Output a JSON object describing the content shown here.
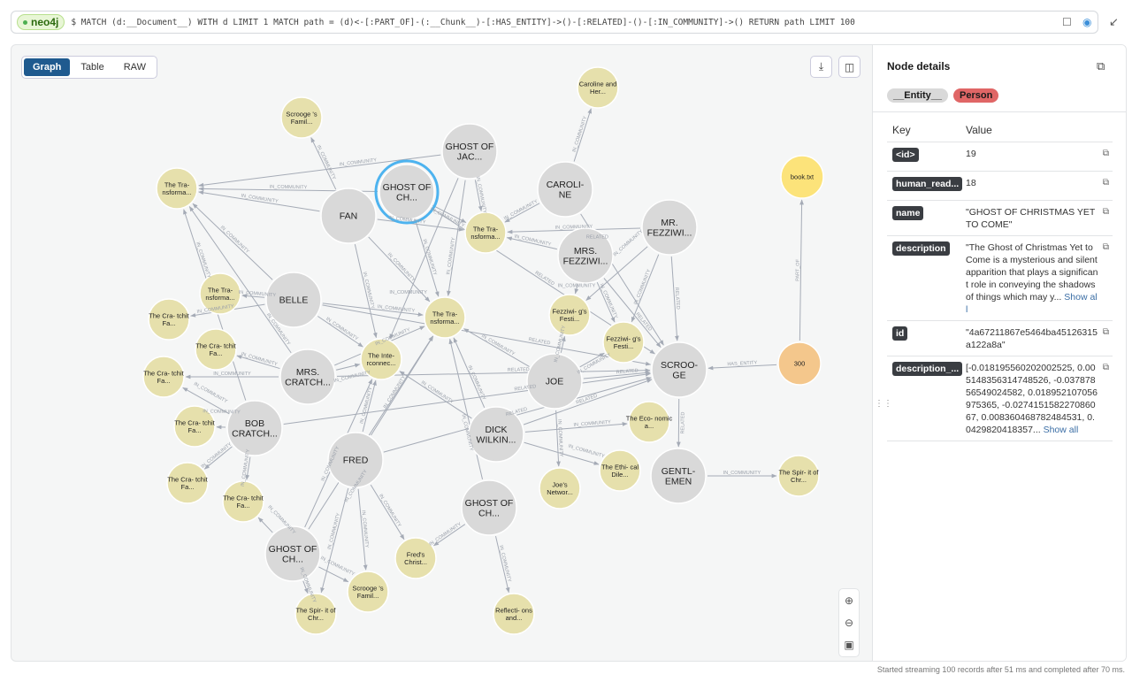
{
  "query_bar": {
    "db": "neo4j",
    "query": "$ MATCH (d:__Document__) WITH d LIMIT 1 MATCH path = (d)<-[:PART_OF]-(:__Chunk__)-[:HAS_ENTITY]->()-[:RELATED]-()-[:IN_COMMUNITY]->() RETURN path LIMIT 100"
  },
  "view_tabs": [
    "Graph",
    "Table",
    "RAW"
  ],
  "colors": {
    "entity": "#d9d9d9",
    "community": "#e6e0ac",
    "chunk": "#f4c78c",
    "document": "#fce37a",
    "selected": "#4db3ef",
    "edge": "#a5abb6"
  },
  "graph": {
    "nodes": [
      {
        "label": "GHOST OF JAC...",
        "kind": "entity"
      },
      {
        "label": "GHOST OF CH...",
        "kind": "entity",
        "selected": true
      },
      {
        "label": "FAN",
        "kind": "entity"
      },
      {
        "label": "CAROLI-NE",
        "kind": "entity"
      },
      {
        "label": "MR. FEZZIWI...",
        "kind": "entity"
      },
      {
        "label": "MRS. FEZZIWI...",
        "kind": "entity"
      },
      {
        "label": "BELLE",
        "kind": "entity"
      },
      {
        "label": "MRS. CRATCH...",
        "kind": "entity"
      },
      {
        "label": "JOE",
        "kind": "entity"
      },
      {
        "label": "SCROO-GE",
        "kind": "entity"
      },
      {
        "label": "BOB CRATCH...",
        "kind": "entity"
      },
      {
        "label": "FRED",
        "kind": "entity"
      },
      {
        "label": "DICK WILKIN...",
        "kind": "entity"
      },
      {
        "label": "GHOST OF CH...",
        "kind": "entity"
      },
      {
        "label": "GHOST OF CH...",
        "kind": "entity"
      },
      {
        "label": "GENTL-EMEN",
        "kind": "entity"
      },
      {
        "label": "Scrooge 's Famil...",
        "kind": "community"
      },
      {
        "label": "Caroline and Her...",
        "kind": "community"
      },
      {
        "label": "The Tra-nsforma...",
        "kind": "community"
      },
      {
        "label": "The Tra-nsforma...",
        "kind": "community"
      },
      {
        "label": "The Tra-nsforma...",
        "kind": "community"
      },
      {
        "label": "The Tra-nsforma...",
        "kind": "community"
      },
      {
        "label": "The Cra-tchit Fa...",
        "kind": "community"
      },
      {
        "label": "The Cra-tchit Fa...",
        "kind": "community"
      },
      {
        "label": "The Cra-tchit Fa...",
        "kind": "community"
      },
      {
        "label": "The Inte-rconnec...",
        "kind": "community"
      },
      {
        "label": "Fezziwi-g's Festi...",
        "kind": "community"
      },
      {
        "label": "Fezziwi-g's Festi...",
        "kind": "community"
      },
      {
        "label": "The Cra-tchit Fa...",
        "kind": "community"
      },
      {
        "label": "The Cra-tchit Fa...",
        "kind": "community"
      },
      {
        "label": "The Cra-tchit Fa...",
        "kind": "community"
      },
      {
        "label": "The Eco-nomic a...",
        "kind": "community"
      },
      {
        "label": "The Ethi-cal Dile...",
        "kind": "community"
      },
      {
        "label": "Joe's Networ...",
        "kind": "community"
      },
      {
        "label": "Fred's Christ...",
        "kind": "community"
      },
      {
        "label": "Scrooge 's Famil...",
        "kind": "community"
      },
      {
        "label": "The Spir-it of Chr...",
        "kind": "community"
      },
      {
        "label": "Reflecti-ons and...",
        "kind": "community"
      },
      {
        "label": "The Spir-it of Chr...",
        "kind": "community"
      },
      {
        "label": "300",
        "kind": "chunk"
      },
      {
        "label": "book.txt",
        "kind": "document"
      }
    ],
    "edges": [
      [
        0,
        18,
        "IN_COMMUNITY"
      ],
      [
        2,
        18,
        "IN_COMMUNITY"
      ],
      [
        2,
        16,
        "IN_COMMUNITY"
      ],
      [
        1,
        18,
        "IN_COMMUNITY"
      ],
      [
        2,
        19,
        "IN_COMMUNITY"
      ],
      [
        1,
        19,
        "IN_COMMUNITY"
      ],
      [
        1,
        21,
        "IN_COMMUNITY"
      ],
      [
        0,
        19,
        "IN_COMMUNITY"
      ],
      [
        0,
        21,
        "IN_COMMUNITY"
      ],
      [
        0,
        25,
        "IN_COMMUNITY"
      ],
      [
        2,
        25,
        "IN_COMMUNITY"
      ],
      [
        2,
        21,
        "IN_COMMUNITY"
      ],
      [
        6,
        18,
        "IN_COMMUNITY"
      ],
      [
        6,
        20,
        "IN_COMMUNITY"
      ],
      [
        6,
        21,
        "IN_COMMUNITY"
      ],
      [
        6,
        25,
        "IN_COMMUNITY"
      ],
      [
        6,
        22,
        "IN_COMMUNITY"
      ],
      [
        7,
        18,
        "IN_COMMUNITY"
      ],
      [
        7,
        24,
        "IN_COMMUNITY"
      ],
      [
        7,
        25,
        "IN_COMMUNITY"
      ],
      [
        7,
        21,
        "IN_COMMUNITY"
      ],
      [
        7,
        23,
        "IN_COMMUNITY"
      ],
      [
        10,
        18,
        "IN_COMMUNITY"
      ],
      [
        10,
        28,
        "IN_COMMUNITY"
      ],
      [
        10,
        29,
        "IN_COMMUNITY"
      ],
      [
        10,
        30,
        "IN_COMMUNITY"
      ],
      [
        10,
        24,
        "IN_COMMUNITY"
      ],
      [
        14,
        30,
        "IN_COMMUNITY"
      ],
      [
        14,
        36,
        "IN_COMMUNITY"
      ],
      [
        14,
        35,
        "IN_COMMUNITY"
      ],
      [
        14,
        25,
        "IN_COMMUNITY"
      ],
      [
        14,
        21,
        "IN_COMMUNITY"
      ],
      [
        11,
        34,
        "IN_COMMUNITY"
      ],
      [
        11,
        35,
        "IN_COMMUNITY"
      ],
      [
        11,
        36,
        "IN_COMMUNITY"
      ],
      [
        11,
        25,
        "IN_COMMUNITY"
      ],
      [
        11,
        21,
        "IN_COMMUNITY"
      ],
      [
        13,
        34,
        "IN_COMMUNITY"
      ],
      [
        13,
        37,
        "IN_COMMUNITY"
      ],
      [
        13,
        21,
        "IN_COMMUNITY"
      ],
      [
        12,
        21,
        "IN_COMMUNITY"
      ],
      [
        12,
        25,
        "IN_COMMUNITY"
      ],
      [
        12,
        9,
        "RELATED"
      ],
      [
        8,
        9,
        "RELATED"
      ],
      [
        8,
        33,
        "IN_COMMUNITY"
      ],
      [
        8,
        26,
        "IN_COMMUNITY"
      ],
      [
        8,
        27,
        "IN_COMMUNITY"
      ],
      [
        8,
        21,
        "IN_COMMUNITY"
      ],
      [
        7,
        9,
        "RELATED"
      ],
      [
        10,
        9,
        "RELATED"
      ],
      [
        6,
        9,
        "RELATED"
      ],
      [
        3,
        17,
        "IN_COMMUNITY"
      ],
      [
        3,
        19,
        "IN_COMMUNITY"
      ],
      [
        3,
        9,
        "RELATED"
      ],
      [
        5,
        19,
        "IN_COMMUNITY"
      ],
      [
        5,
        26,
        "IN_COMMUNITY"
      ],
      [
        5,
        27,
        "IN_COMMUNITY"
      ],
      [
        5,
        9,
        "RELATED"
      ],
      [
        4,
        19,
        "IN_COMMUNITY"
      ],
      [
        4,
        26,
        "IN_COMMUNITY"
      ],
      [
        4,
        27,
        "IN_COMMUNITY"
      ],
      [
        4,
        9,
        "RELATED"
      ],
      [
        9,
        15,
        "RELATED"
      ],
      [
        15,
        38,
        "IN_COMMUNITY"
      ],
      [
        39,
        9,
        "HAS_ENTITY"
      ],
      [
        39,
        40,
        "PART_OF"
      ],
      [
        12,
        31,
        "IN_COMMUNITY"
      ],
      [
        12,
        32,
        "IN_COMMUNITY"
      ],
      [
        1,
        9,
        "RELATED"
      ],
      [
        11,
        9,
        "RELATED"
      ]
    ]
  },
  "details": {
    "title": "Node details",
    "labels": [
      {
        "text": "__Entity__",
        "color": "#d9d9d9"
      },
      {
        "text": "Person",
        "color": "#e06666"
      }
    ],
    "key_header": "Key",
    "value_header": "Value",
    "props": [
      {
        "key": "<id>",
        "value": "19"
      },
      {
        "key": "human_read...",
        "value": "18"
      },
      {
        "key": "name",
        "value": "\"GHOST OF CHRISTMAS YET TO COME\""
      },
      {
        "key": "description",
        "value": "\"The Ghost of Christmas Yet to Come is a mysterious and silent apparition that plays a significant role in conveying the shadows of things which may y...",
        "more": "Show all"
      },
      {
        "key": "id",
        "value": "\"4a67211867e5464ba45126315a122a8a\""
      },
      {
        "key": "description_...",
        "value": "[-0.018195560202002525, 0.005148356314748526, -0.03787856549024582, 0.018952107056975365, -0.027415158227086067, 0.008360468782484531, 0.0429820418357...",
        "more": "Show all"
      }
    ]
  },
  "footer": "Started streaming 100 records after 51 ms and completed after 70 ms."
}
